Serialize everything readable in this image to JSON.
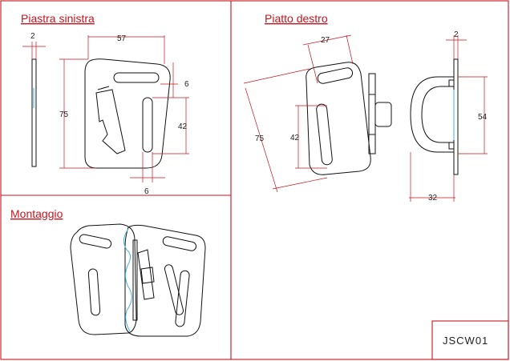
{
  "panels": {
    "left_plate": {
      "title": "Piastra sinistra",
      "dims": {
        "thickness": "2",
        "width": "57",
        "height": "75",
        "slot_width": "6",
        "slot_length": "42",
        "slot_offset": "6"
      }
    },
    "right_plate": {
      "title": "Piatto destro",
      "dims": {
        "slot_width": "27",
        "height": "75",
        "slot_length": "42",
        "thickness": "2",
        "hook_height": "54",
        "hook_depth": "32"
      }
    },
    "assembly": {
      "title": "Montaggio"
    }
  },
  "drawing_code": "JSCW01",
  "colors": {
    "frame": "#c8141e",
    "title": "#c8141e",
    "outline": "#111111",
    "highlight": "#3fb6e0"
  }
}
